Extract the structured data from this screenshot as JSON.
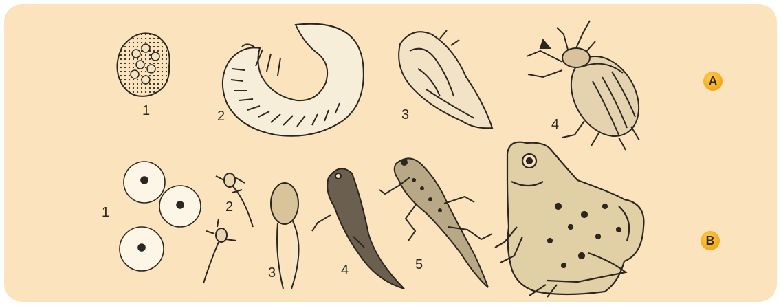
{
  "rows": {
    "a": {
      "badge": "A",
      "stages": [
        {
          "label": "1",
          "icon": "egg-cluster-icon"
        },
        {
          "label": "2",
          "icon": "grub-larva-icon"
        },
        {
          "label": "3",
          "icon": "pupa-icon"
        },
        {
          "label": "4",
          "icon": "beetle-icon"
        }
      ]
    },
    "b": {
      "badge": "B",
      "stages": [
        {
          "label": "1",
          "icon": "frog-eggs-icon"
        },
        {
          "label": "2",
          "icon": "hatchling-tadpole-icon"
        },
        {
          "label": "3",
          "icon": "tadpole-icon"
        },
        {
          "label": "4",
          "icon": "tadpole-with-legs-icon"
        },
        {
          "label": "5",
          "icon": "froglet-icon"
        },
        {
          "label": "",
          "icon": "adult-frog-icon"
        }
      ]
    }
  },
  "colors": {
    "panel": "#fbe4bd",
    "ink": "#2b2620",
    "badge": "#f2a81a"
  }
}
